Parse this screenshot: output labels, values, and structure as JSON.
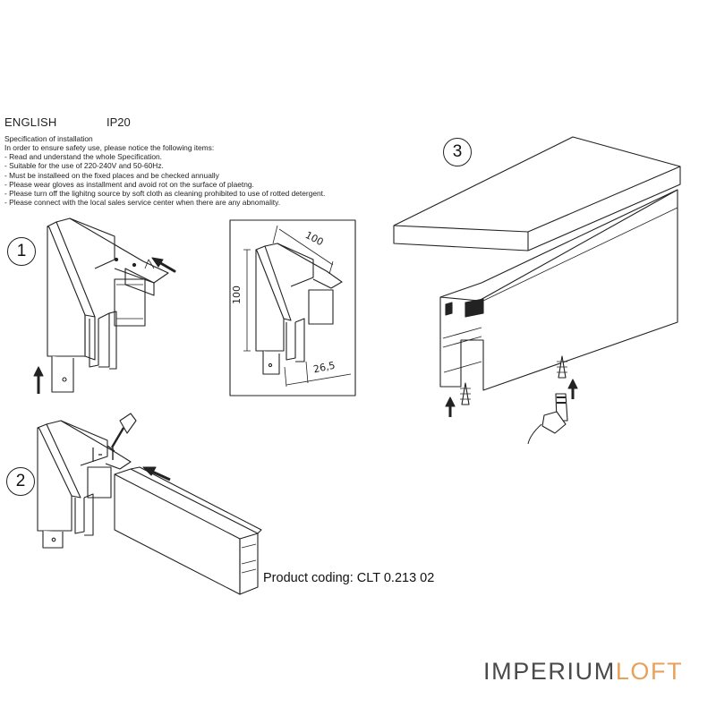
{
  "header": {
    "language": "ENGLISH",
    "rating": "IP20"
  },
  "spec": {
    "title": "Specification of installation",
    "lines": [
      "In order to ensure safety use, please notice the following items:",
      "- Read and understand the whole Specification.",
      "- Suitable for the use of 220-240V and 50-60Hz.",
      "- Must be installeed on the fixed places and be checked annually",
      "- Please wear gloves as installment and avoid rot on the surface of plaetng.",
      "- Please turn off the lighitng source by soft cloth as cleaning prohibited to use of rotted detergent.",
      "- Please connect with the local sales service center when there are any abnomality."
    ]
  },
  "steps": {
    "one": "1",
    "two": "2",
    "three": "3"
  },
  "dimensions": {
    "width": "100",
    "height": "100",
    "depth": "26,5"
  },
  "product": {
    "coding": "Product coding: CLT 0.213 02"
  },
  "brand": {
    "part1": "IMPERIUM",
    "part2": "LOFT",
    "color1": "#4a4a4a",
    "color2": "#e8a15a"
  }
}
